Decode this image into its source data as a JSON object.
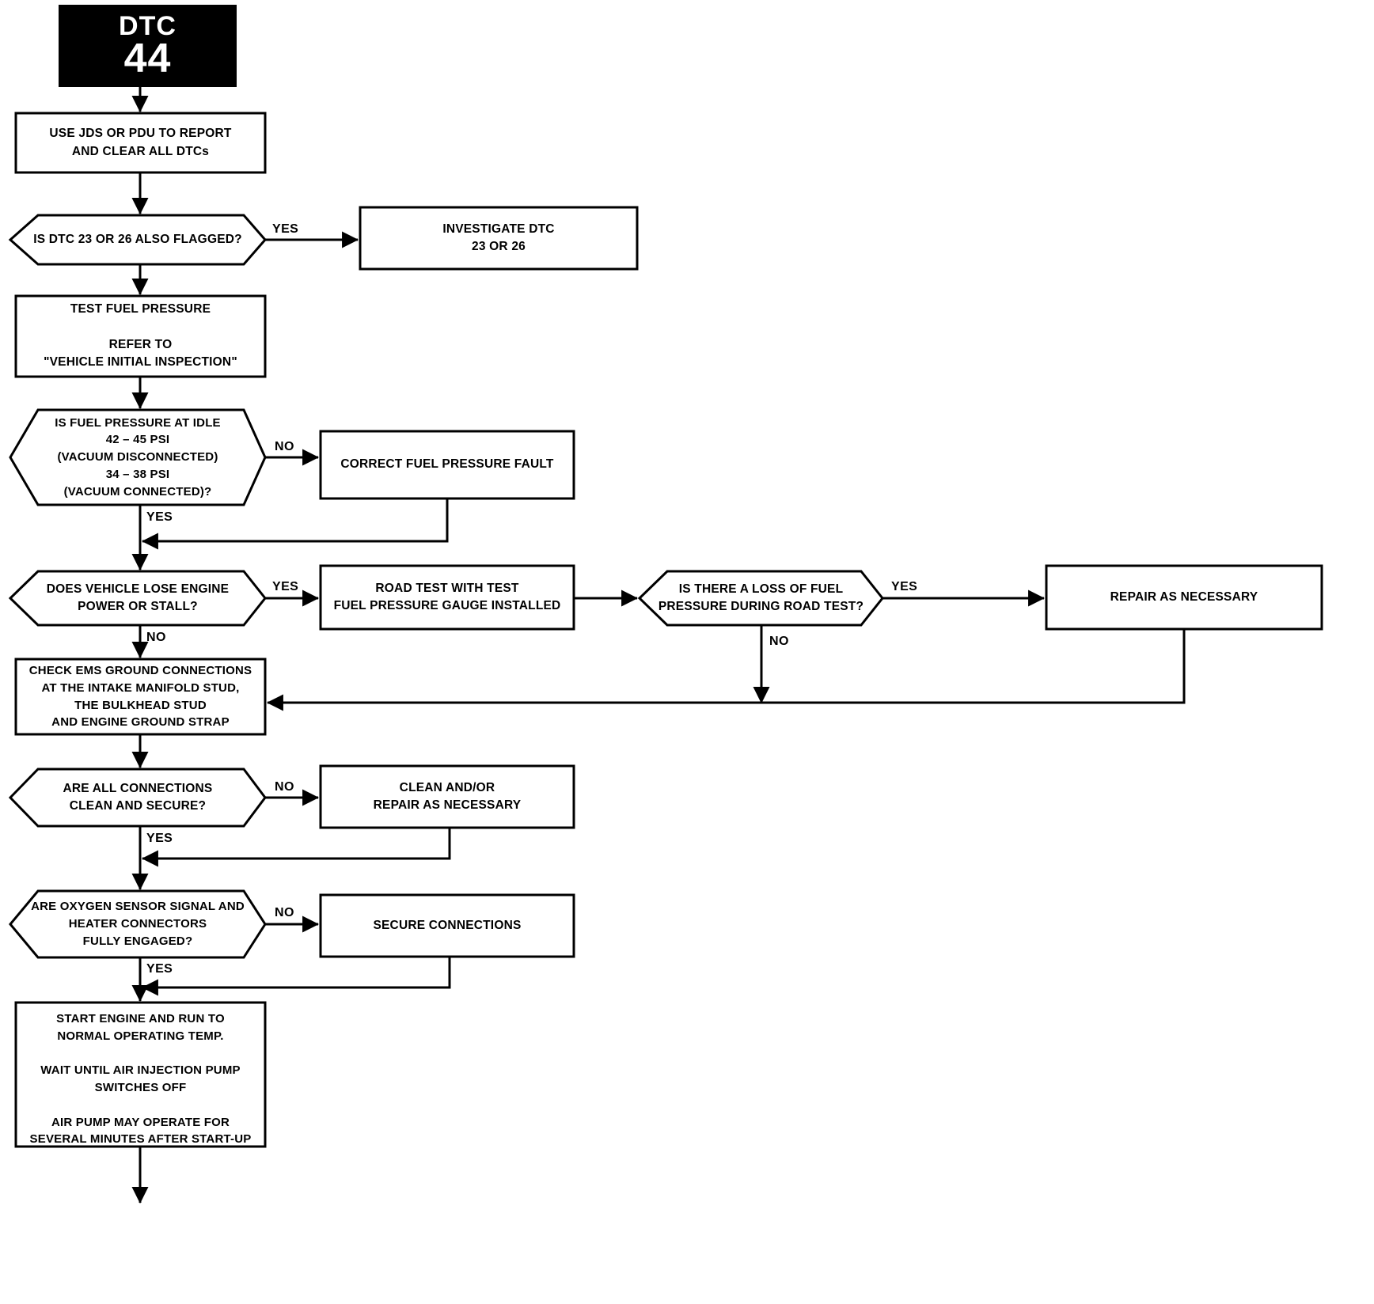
{
  "diagram": {
    "title": "DTC 44 Diagnostic Flowchart",
    "colors": {
      "line": "#000000",
      "background": "#ffffff",
      "badge_background": "#000000",
      "badge_text": "#ffffff"
    },
    "badge": {
      "label": "DTC",
      "number": "44"
    },
    "nodes": [
      {
        "id": "n1",
        "shape": "process",
        "text": "USE JDS OR PDU TO REPORT\nAND CLEAR ALL DTCs"
      },
      {
        "id": "n2",
        "shape": "decision",
        "text": "IS DTC 23 OR 26 ALSO FLAGGED?"
      },
      {
        "id": "n3",
        "shape": "process",
        "text": "INVESTIGATE DTC\n23 OR 26"
      },
      {
        "id": "n4",
        "shape": "process",
        "text": "TEST FUEL PRESSURE\n\nREFER TO\n\"VEHICLE INITIAL INSPECTION\""
      },
      {
        "id": "n5",
        "shape": "decision",
        "text": "IS FUEL PRESSURE AT IDLE\n42 – 45 PSI\n(VACUUM DISCONNECTED)\n34 – 38 PSI\n(VACUUM CONNECTED)?"
      },
      {
        "id": "n6",
        "shape": "process",
        "text": "CORRECT FUEL PRESSURE FAULT"
      },
      {
        "id": "n7",
        "shape": "decision",
        "text": "DOES VEHICLE LOSE ENGINE\nPOWER OR STALL?"
      },
      {
        "id": "n8",
        "shape": "process",
        "text": "ROAD TEST WITH TEST\nFUEL PRESSURE GAUGE INSTALLED"
      },
      {
        "id": "n9",
        "shape": "decision",
        "text": "IS THERE A LOSS OF FUEL\nPRESSURE DURING ROAD TEST?"
      },
      {
        "id": "n10",
        "shape": "process",
        "text": "REPAIR AS NECESSARY"
      },
      {
        "id": "n11",
        "shape": "process",
        "text": "CHECK EMS GROUND CONNECTIONS\nAT THE INTAKE MANIFOLD STUD,\nTHE BULKHEAD STUD\nAND ENGINE GROUND STRAP"
      },
      {
        "id": "n12",
        "shape": "decision",
        "text": "ARE ALL CONNECTIONS\nCLEAN AND SECURE?"
      },
      {
        "id": "n13",
        "shape": "process",
        "text": "CLEAN AND/OR\nREPAIR AS NECESSARY"
      },
      {
        "id": "n14",
        "shape": "decision",
        "text": "ARE OXYGEN SENSOR SIGNAL AND\nHEATER CONNECTORS\nFULLY ENGAGED?"
      },
      {
        "id": "n15",
        "shape": "process",
        "text": "SECURE CONNECTIONS"
      },
      {
        "id": "n16",
        "shape": "process",
        "text": "START ENGINE AND RUN TO\nNORMAL OPERATING TEMP.\n\nWAIT UNTIL AIR INJECTION PUMP\nSWITCHES OFF\n\nAIR PUMP MAY OPERATE FOR\nSEVERAL MINUTES AFTER START-UP"
      }
    ],
    "edge_labels": [
      {
        "id": "e1",
        "text": "YES"
      },
      {
        "id": "e2",
        "text": "NO"
      },
      {
        "id": "e3",
        "text": "YES"
      },
      {
        "id": "e4",
        "text": "YES"
      },
      {
        "id": "e5",
        "text": "NO"
      },
      {
        "id": "e6",
        "text": "YES"
      },
      {
        "id": "e7",
        "text": "NO"
      },
      {
        "id": "e8",
        "text": "NO"
      },
      {
        "id": "e9",
        "text": "YES"
      },
      {
        "id": "e10",
        "text": "NO"
      },
      {
        "id": "e11",
        "text": "YES"
      }
    ]
  }
}
